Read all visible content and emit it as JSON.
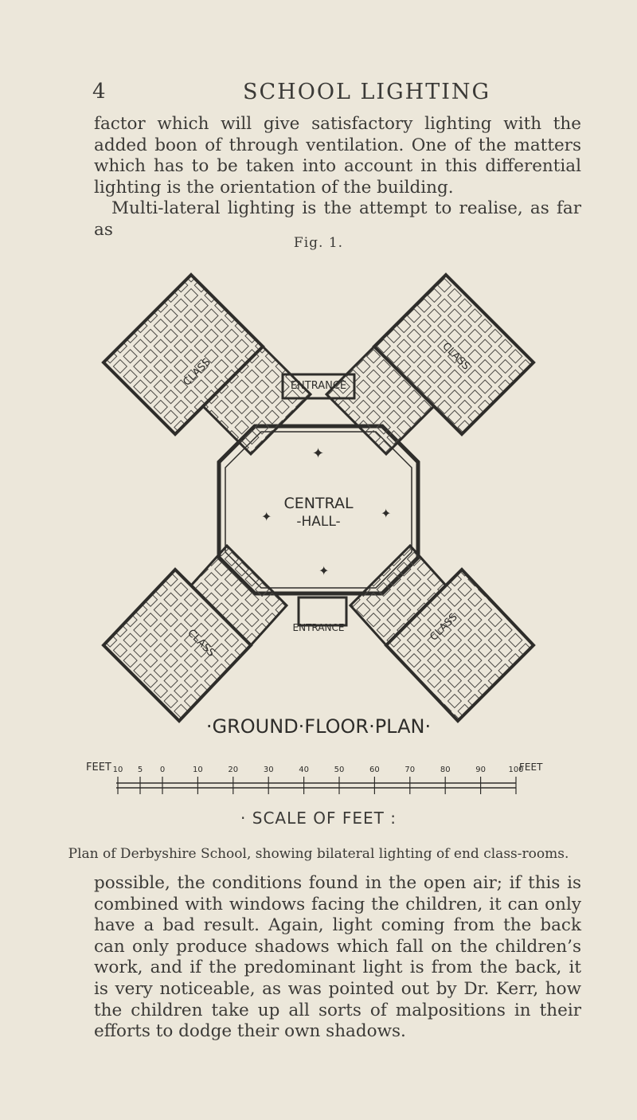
{
  "header": {
    "page_number": "4",
    "running_head": "SCHOOL LIGHTING"
  },
  "body": {
    "paragraph_1": "factor which will give satisfactory lighting with the added boon of through ventilation. One of the matters which has to be taken into account in this differential lighting is the orientation of the building.",
    "paragraph_2_start": "Multi-lateral lighting is the attempt to realise, as far as",
    "paragraph_3": "possible, the conditions found in the open air; if this is combined with windows facing the children, it can only have a bad result. Again, light coming from the back can only produce shadows which fall on the children’s work, and if the predominant light is from the back, it is very noticeable, as was pointed out by Dr. Kerr, how the children take up all sorts of malpositions in their efforts to dodge their own shadows."
  },
  "figure": {
    "label": "Fig. 1.",
    "plan": {
      "entrance_top": "ENTRANCE",
      "central_hall": "CENTRAL",
      "hall": "-HALL-",
      "entrance_bottom": "ENTRANCE",
      "ground_floor_plan": "·GROUND·FLOOR·PLAN·",
      "class_top_left": "CLASS",
      "class_top_right": "CLASS",
      "class_bottom_left": "CLASS",
      "class_bottom_right": "CLASS"
    },
    "scale": {
      "feet_left": "FEET",
      "feet_right": "FEET",
      "ticks": [
        "10",
        "5",
        "0",
        "10",
        "20",
        "30",
        "40",
        "50",
        "60",
        "70",
        "80",
        "90",
        "100"
      ],
      "title": "· SCALE OF FEET :"
    },
    "caption": "Plan of Derbyshire School, showing bilateral lighting of end class-rooms."
  },
  "colors": {
    "paper": "#ece7da",
    "ink": "#3b3a37"
  }
}
